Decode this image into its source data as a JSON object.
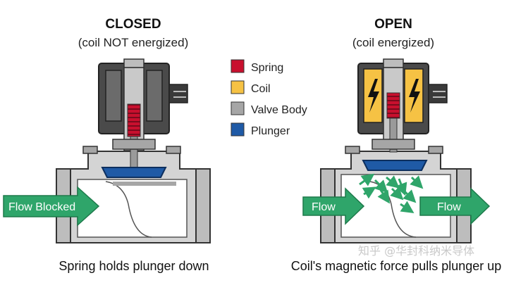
{
  "closed": {
    "title": "CLOSED",
    "subtitle": "(coil NOT energized)",
    "flow_label": "Flow Blocked",
    "caption": "Spring holds plunger down"
  },
  "open": {
    "title": "OPEN",
    "subtitle": "(coil energized)",
    "flow_in_label": "Flow",
    "flow_out_label": "Flow",
    "caption": "Coil's magnetic force pulls plunger up"
  },
  "legend": [
    {
      "label": "Spring",
      "color": "#c8102e"
    },
    {
      "label": "Coil",
      "color": "#f6c244"
    },
    {
      "label": "Valve Body",
      "color": "#a6a6a6"
    },
    {
      "label": "Plunger",
      "color": "#1f5aa6"
    }
  ],
  "colors": {
    "flow_arrow": "#2fa56a",
    "dark_gray": "#4a4a4a",
    "body_fill": "#d4d4d4",
    "outline": "#333333"
  },
  "watermark": "知乎 @华封科纳米导体"
}
